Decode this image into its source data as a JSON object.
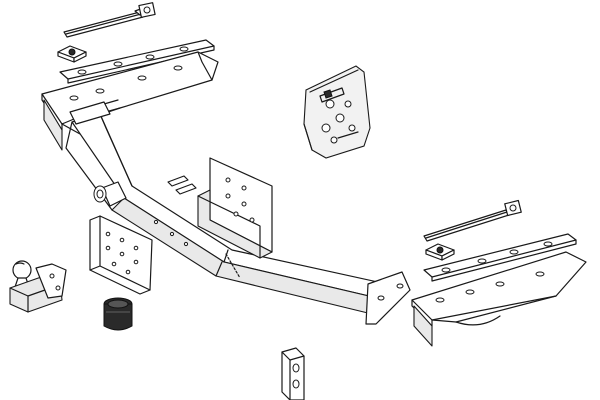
{
  "diagram": {
    "type": "exploded-parts-illustration",
    "background": "#ffffff",
    "line_color": "#1a1a1a",
    "parts": [
      {
        "id": "strap-top",
        "icon": "tie-strap"
      },
      {
        "id": "clamp-plate-top",
        "icon": "square-nut-plate"
      },
      {
        "id": "spacer-strip-top",
        "icon": "slotted-strip"
      },
      {
        "id": "left-bracket",
        "icon": "mounting-bracket"
      },
      {
        "id": "fixing-kit-bag",
        "icon": "bag-of-bolts"
      },
      {
        "id": "main-crossbar",
        "icon": "tow-bar-frame"
      },
      {
        "id": "center-mount-plate",
        "icon": "angle-plate"
      },
      {
        "id": "left-backing-plate",
        "icon": "perforated-plate"
      },
      {
        "id": "tow-ball",
        "icon": "tow-ball-coupling"
      },
      {
        "id": "electrical-socket",
        "icon": "socket-plug"
      },
      {
        "id": "strap-right",
        "icon": "tie-strap"
      },
      {
        "id": "clamp-plate-right",
        "icon": "square-nut-plate"
      },
      {
        "id": "spacer-strip-right",
        "icon": "slotted-strip"
      },
      {
        "id": "right-bracket",
        "icon": "mounting-bracket"
      },
      {
        "id": "small-link-plate",
        "icon": "slotted-link"
      }
    ]
  }
}
